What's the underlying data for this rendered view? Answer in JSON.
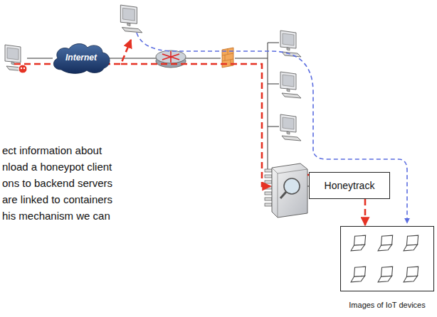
{
  "diagram": {
    "nodes": [
      {
        "text": [
          "Internet"
        ]
      },
      {
        "text": [
          "Honeytrack"
        ]
      },
      {
        "text": [
          "Images of IoT devices"
        ]
      }
    ],
    "edges": [
      {
        "from": 1,
        "to": 2,
        "arrow": "to"
      }
    ],
    "labels": [
      "ect information about",
      "nload a honeypot client",
      "ons to backend servers",
      "are linked to containers",
      "his mechanism we can"
    ]
  }
}
